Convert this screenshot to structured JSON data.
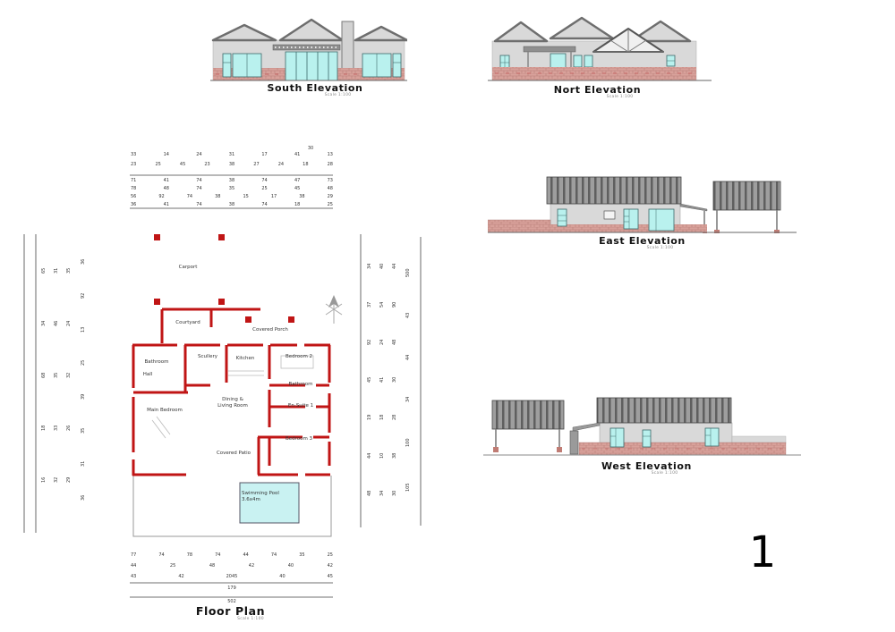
{
  "sheet": {
    "number": "1"
  },
  "drawings": {
    "south": {
      "title": "South Elevation",
      "scale": "Scale 1:100"
    },
    "north": {
      "title": "Nort Elevation",
      "scale": "Scale 1:100"
    },
    "east": {
      "title": "East Elevation",
      "scale": "Scale 1:100"
    },
    "west": {
      "title": "West Elevation",
      "scale": "Scale 1:100"
    },
    "plan": {
      "title": "Floor Plan",
      "scale": "Scale 1:100"
    }
  },
  "floor_plan": {
    "rooms": [
      "Carport",
      "Courtyard",
      "Covered Porch",
      "Bathroom",
      "Scullery",
      "Kitchen",
      "Bedroom 2",
      "Hall",
      "Bathroom",
      "En-Suite 1",
      "Dining &\nLiving Room",
      "Main Bedroom",
      "Covered Patio",
      "Bedroom 3",
      "Swimming Pool\n3.6x4m"
    ]
  },
  "dimensions": {
    "top_label": "30",
    "top_rows": [
      [
        "33",
        "14",
        "24",
        "31",
        "17",
        "41",
        "13"
      ],
      [
        "23",
        "25",
        "45",
        "23",
        "38",
        "27",
        "24",
        "18",
        "28"
      ],
      [
        "71",
        "41",
        "74",
        "38",
        "74",
        "47",
        "73"
      ],
      [
        "78",
        "48",
        "74",
        "35",
        "25",
        "45",
        "48"
      ],
      [
        "56",
        "92",
        "74",
        "38",
        "15",
        "17",
        "38",
        "29"
      ],
      [
        "36",
        "41",
        "74",
        "38",
        "74",
        "18",
        "25"
      ]
    ],
    "bottom_rows": [
      [
        "77",
        "74",
        "78",
        "74",
        "44",
        "74",
        "35",
        "25"
      ],
      [
        "44",
        "25",
        "48",
        "42",
        "40",
        "42"
      ],
      [
        "43",
        "42",
        "2045",
        "40",
        "45"
      ],
      [
        "179"
      ],
      [
        "502"
      ]
    ],
    "left_cols": [
      [
        "16",
        "18",
        "68",
        "34",
        "65"
      ],
      [
        "32",
        "33",
        "35",
        "46",
        "31"
      ],
      [
        "29",
        "26",
        "32",
        "24",
        "35"
      ],
      [
        "36",
        "31",
        "35",
        "39",
        "25",
        "13",
        "92",
        "36"
      ]
    ],
    "right_cols": [
      [
        "48",
        "44",
        "19",
        "45",
        "92",
        "37",
        "34"
      ],
      [
        "34",
        "10",
        "18",
        "41",
        "24",
        "54",
        "40"
      ],
      [
        "30",
        "38",
        "28",
        "30",
        "48",
        "90",
        "44"
      ],
      [
        "105",
        "100",
        "34",
        "44",
        "43",
        "500"
      ]
    ]
  },
  "colors": {
    "wall_red": "#c01515",
    "window_cyan": "#b9f1ee",
    "pool_fill": "#c9f2f2",
    "brick_pink": "#d8a19a",
    "roof_gray": "#8f8f8f",
    "wall_gray": "#d9d9d9"
  }
}
